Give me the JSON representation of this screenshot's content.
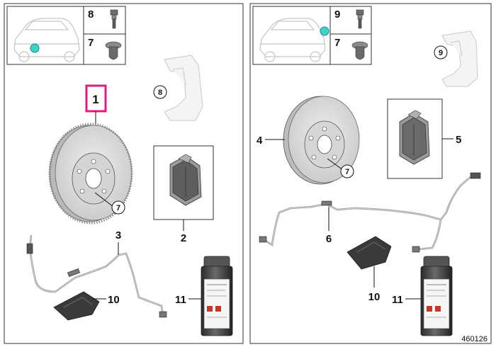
{
  "left_panel": {
    "header": {
      "label_top": "8",
      "label_bottom": "7"
    },
    "callouts": {
      "disc": "1",
      "disc_ref": "7",
      "carrier_ref": "8",
      "pads": "2",
      "sensor": "3",
      "paste": "10",
      "spray": "11"
    }
  },
  "right_panel": {
    "header": {
      "label_top": "9",
      "label_bottom": "7"
    },
    "callouts": {
      "disc": "4",
      "disc_ref": "7",
      "carrier_ref": "9",
      "pads": "5",
      "sensor": "6",
      "paste": "10",
      "spray": "11"
    }
  },
  "diagram_number": "460126",
  "colors": {
    "highlight": "#e8157f",
    "location_dot": "#3ad4cc",
    "disc": "#d8d8d8",
    "pad": "#6e6e6e",
    "paste": "#3a3a3a"
  }
}
